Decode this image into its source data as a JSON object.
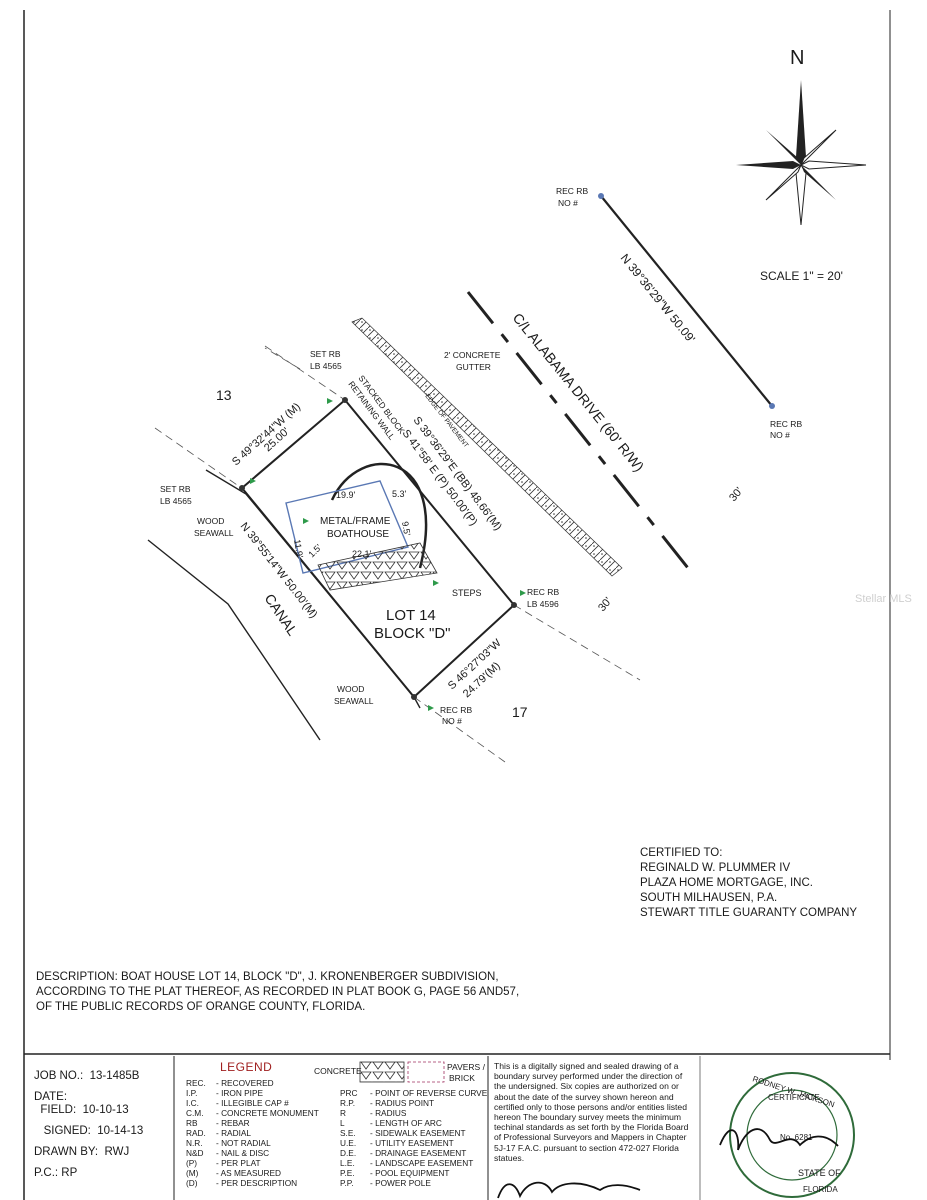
{
  "north": {
    "label": "N"
  },
  "scale": "SCALE 1\" = 20'",
  "map": {
    "lot_13": "13",
    "lot_17": "17",
    "lot_label": "LOT 14",
    "block_label": "BLOCK \"D\"",
    "canal": "CANAL",
    "road": "C/L ALABAMA DRIVE (60' R/W)",
    "road_width_a": "30'",
    "road_width_b": "30'",
    "rec_rb_top_a": "REC RB",
    "rec_rb_top_b": "NO #",
    "rec_rb_mid_a": "REC RB",
    "rec_rb_mid_b": "NO #",
    "rec_rb_lb4596_a": "REC RB",
    "rec_rb_lb4596_b": "LB 4596",
    "rec_rb_bottom_a": "REC RB",
    "rec_rb_bottom_b": "NO #",
    "set_rb_top_a": "SET RB",
    "set_rb_top_b": "LB 4565",
    "set_rb_left_a": "SET RB",
    "set_rb_left_b": "LB 4565",
    "centerline_bearing": "N 39°36'29\"W  50.09'",
    "bearing_top": "S 49°32'44\"W (M)",
    "bearing_top_dist": "25.00'",
    "bearing_east_1": "S 39°36'29\"E (BB) 48.66'(M)",
    "bearing_east_2": "S 41°58' E (P)  50.00'(P)",
    "bearing_west": "N 39°55'14\"W  50.00'(M)",
    "bearing_south": "S 46°27'03\"W",
    "bearing_south_dist": "24.79'(M)",
    "retaining_wall_a": "STACKED BLOCK",
    "retaining_wall_b": "RETAINING WALL",
    "edge_pavement": "EDGE OF PAVEMENT",
    "gutter_a": "2' CONCRETE",
    "gutter_b": "GUTTER",
    "wood_seawall_top_a": "WOOD",
    "wood_seawall_top_b": "SEAWALL",
    "wood_seawall_bot_a": "WOOD",
    "wood_seawall_bot_b": "SEAWALL",
    "boathouse_a": "METAL/FRAME",
    "boathouse_b": "BOATHOUSE",
    "dim_199": "19.9'",
    "dim_53": "5.3'",
    "dim_95": "9.5'",
    "dim_119": "11.9'",
    "dim_15": "1.5'",
    "dim_221": "22.1'",
    "steps": "STEPS"
  },
  "certified": {
    "heading": "CERTIFIED TO:",
    "lines": [
      "REGINALD W. PLUMMER IV",
      "PLAZA HOME MORTGAGE, INC.",
      "SOUTH MILHAUSEN, P.A.",
      "STEWART TITLE GUARANTY COMPANY"
    ]
  },
  "description": {
    "lines": [
      "DESCRIPTION: BOAT HOUSE LOT 14, BLOCK \"D\", J. KRONENBERGER SUBDIVISION,",
      "ACCORDING TO THE PLAT THEREOF, AS RECORDED IN PLAT BOOK G, PAGE 56 AND57,",
      "OF THE PUBLIC RECORDS OF ORANGE COUNTY, FLORIDA."
    ]
  },
  "title_block": {
    "job_no_label": "JOB NO.:",
    "job_no": "13-1485B",
    "date_label": "DATE:",
    "field_label": "FIELD:",
    "field_date": "10-10-13",
    "signed_label": "SIGNED:",
    "signed_date": "10-14-13",
    "drawn_label": "DRAWN BY:",
    "drawn_by": "RWJ",
    "pc_label": "P.C.:",
    "pc": "RP"
  },
  "legend": {
    "title": "LEGEND",
    "concrete": "CONCRETE",
    "pavers_a": "PAVERS /",
    "pavers_b": "BRICK",
    "col1": [
      [
        "REC.",
        "- RECOVERED"
      ],
      [
        "I.P.",
        "- IRON PIPE"
      ],
      [
        "I.C.",
        "- ILLEGIBLE CAP #"
      ],
      [
        "C.M.",
        "- CONCRETE MONUMENT"
      ],
      [
        "RB",
        "- REBAR"
      ],
      [
        "RAD.",
        "- RADIAL"
      ],
      [
        "N.R.",
        "- NOT RADIAL"
      ],
      [
        "N&D",
        "- NAIL & DISC"
      ],
      [
        "(P)",
        "- PER PLAT"
      ],
      [
        "(M)",
        "- AS MEASURED"
      ],
      [
        "(D)",
        "- PER DESCRIPTION"
      ]
    ],
    "col2": [
      [
        "PRC",
        "- POINT OF REVERSE CURVE"
      ],
      [
        "R.P.",
        "- RADIUS POINT"
      ],
      [
        "R",
        "- RADIUS"
      ],
      [
        "L",
        "- LENGTH OF ARC"
      ],
      [
        "S.E.",
        "- SIDEWALK EASEMENT"
      ],
      [
        "U.E.",
        "- UTILITY EASEMENT"
      ],
      [
        "D.E.",
        "- DRAINAGE EASEMENT"
      ],
      [
        "L.E.",
        "- LANDSCAPE EASEMENT"
      ],
      [
        "P.E.",
        "- POOL EQUIPMENT"
      ],
      [
        "P.P.",
        "- POWER POLE"
      ]
    ]
  },
  "notice": "This is a digitally signed and sealed drawing of a boundary survey performed under the direction of the undersigned. Six copies are authorized on or about the date of the survey shown hereon and certified only to those persons and/or entities listed hereon The boundary survey meets the minimum techinal standards as set forth by the Florida Board of Professional Surveyors and Mappers in Chapter 5J-17 F.A.C. pursuant to section 472-027 Florida statues.",
  "seal": {
    "name": "RODNEY W. JACKSON",
    "certificate": "CERTIFICATE",
    "no": "No. 6281",
    "state": "STATE OF",
    "florida": "FLORIDA"
  },
  "watermark": "Stellar MLS",
  "colors": {
    "ink": "#1a1a1a",
    "legend_red": "#a02020",
    "boathouse_blue": "#5a78b4",
    "corner_green": "#2e9a4a"
  }
}
